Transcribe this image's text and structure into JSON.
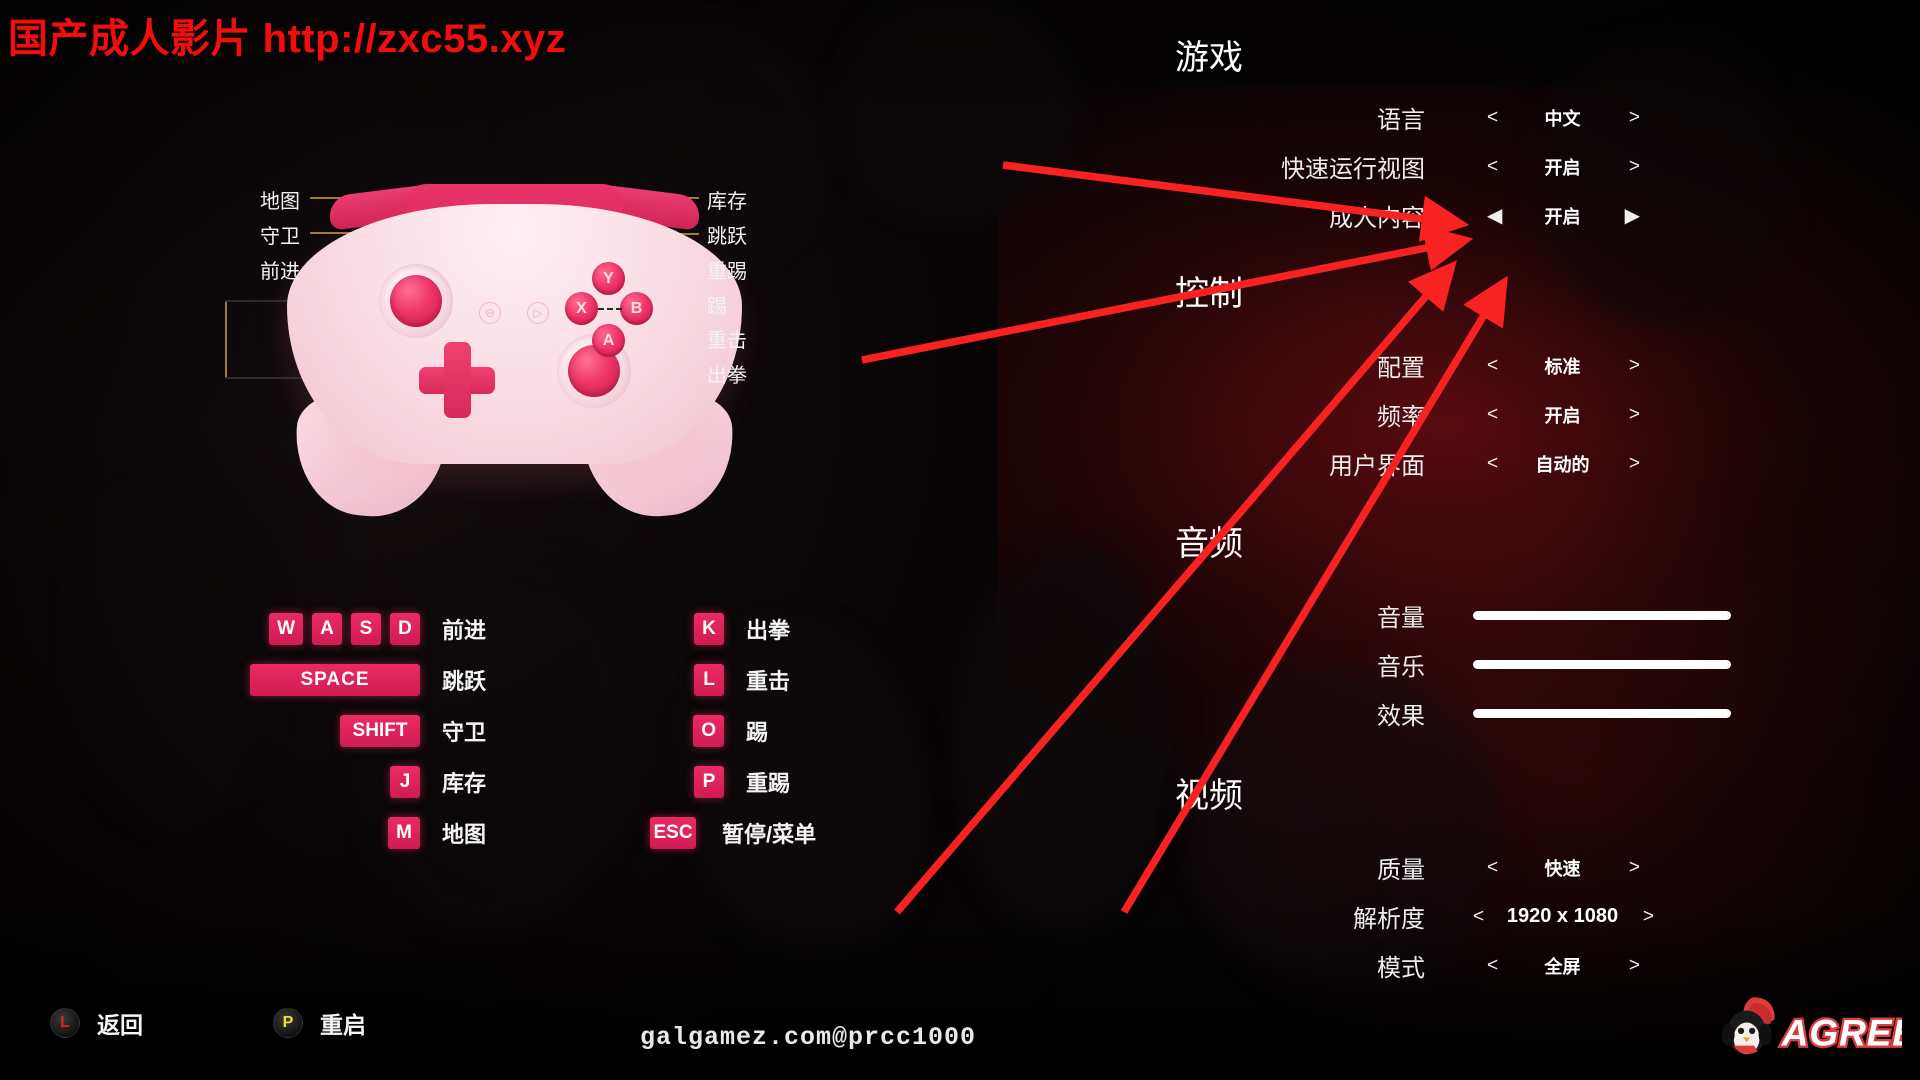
{
  "watermarks": {
    "top": "国产成人影片 http://zxc55.xyz",
    "bottom_center": "galgamez.com@prcc1000",
    "logo_text": "AGREE"
  },
  "controller": {
    "labels_left": [
      {
        "text": "地图"
      },
      {
        "text": "守卫"
      },
      {
        "text": "前进"
      }
    ],
    "labels_right": [
      {
        "text": "库存"
      },
      {
        "text": "跳跃"
      },
      {
        "text": "重踢"
      },
      {
        "text": "踢"
      },
      {
        "text": "重击"
      },
      {
        "text": "出拳"
      }
    ],
    "face_buttons": [
      {
        "name": "Y",
        "label": "Y"
      },
      {
        "name": "X",
        "label": "X"
      },
      {
        "name": "B",
        "label": "B"
      },
      {
        "name": "A",
        "label": "A"
      }
    ],
    "system_buttons": [
      {
        "name": "view",
        "glyph": "⊖"
      },
      {
        "name": "menu",
        "glyph": "▷"
      }
    ]
  },
  "keyboard": {
    "left_column": [
      {
        "keys": [
          "W",
          "A",
          "S",
          "D"
        ],
        "action": "前进"
      },
      {
        "keys": [
          "SPACE"
        ],
        "action": "跳跃"
      },
      {
        "keys": [
          "SHIFT"
        ],
        "action": "守卫"
      },
      {
        "keys": [
          "J"
        ],
        "action": "库存"
      },
      {
        "keys": [
          "M"
        ],
        "action": "地图"
      }
    ],
    "right_column": [
      {
        "keys": [
          "K"
        ],
        "action": "出拳"
      },
      {
        "keys": [
          "L"
        ],
        "action": "重击"
      },
      {
        "keys": [
          "O"
        ],
        "action": "踢"
      },
      {
        "keys": [
          "P"
        ],
        "action": "重踢"
      },
      {
        "keys": [
          "ESC"
        ],
        "action": "暂停/菜单"
      }
    ]
  },
  "settings": {
    "sections": [
      {
        "title": "游戏",
        "rows": [
          {
            "label": "语言",
            "value": "中文",
            "type": "stepper",
            "selected": false,
            "left_arrow": "<",
            "right_arrow": ">"
          },
          {
            "label": "快速运行视图",
            "value": "开启",
            "type": "stepper",
            "selected": false,
            "left_arrow": "<",
            "right_arrow": ">"
          },
          {
            "label": "成人内容",
            "value": "开启",
            "type": "stepper",
            "selected": true,
            "left_arrow": "◀",
            "right_arrow": "▶"
          }
        ]
      },
      {
        "title": "控制",
        "rows": [
          {
            "label": "配置",
            "value": "标准",
            "type": "stepper",
            "selected": false,
            "left_arrow": "<",
            "right_arrow": ">"
          },
          {
            "label": "频率",
            "value": "开启",
            "type": "stepper",
            "selected": false,
            "left_arrow": "<",
            "right_arrow": ">"
          },
          {
            "label": "用户界面",
            "value": "自动的",
            "type": "stepper",
            "selected": false,
            "left_arrow": "<",
            "right_arrow": ">"
          }
        ]
      },
      {
        "title": "音频",
        "rows": [
          {
            "label": "音量",
            "type": "slider",
            "fill_percent": 100
          },
          {
            "label": "音乐",
            "type": "slider",
            "fill_percent": 100
          },
          {
            "label": "效果",
            "type": "slider",
            "fill_percent": 100
          }
        ]
      },
      {
        "title": "视频",
        "rows": [
          {
            "label": "质量",
            "value": "快速",
            "type": "stepper",
            "selected": false,
            "left_arrow": "<",
            "right_arrow": ">"
          },
          {
            "label": "解析度",
            "value": "1920 x 1080",
            "type": "stepper",
            "selected": false,
            "left_arrow": "<",
            "right_arrow": ">"
          },
          {
            "label": "模式",
            "value": "全屏",
            "type": "stepper",
            "selected": false,
            "left_arrow": "<",
            "right_arrow": ">"
          }
        ]
      }
    ]
  },
  "bottom_hints": [
    {
      "badge": "L",
      "label": "返回",
      "color": "#e02020"
    },
    {
      "badge": "P",
      "label": "重启",
      "color": "#ece21f"
    }
  ],
  "colors": {
    "accent_pink": "#ec2a63",
    "annotation_red": "#f82222",
    "callout_line": "#9c7c3c",
    "text_primary": "#f2f2f2"
  }
}
